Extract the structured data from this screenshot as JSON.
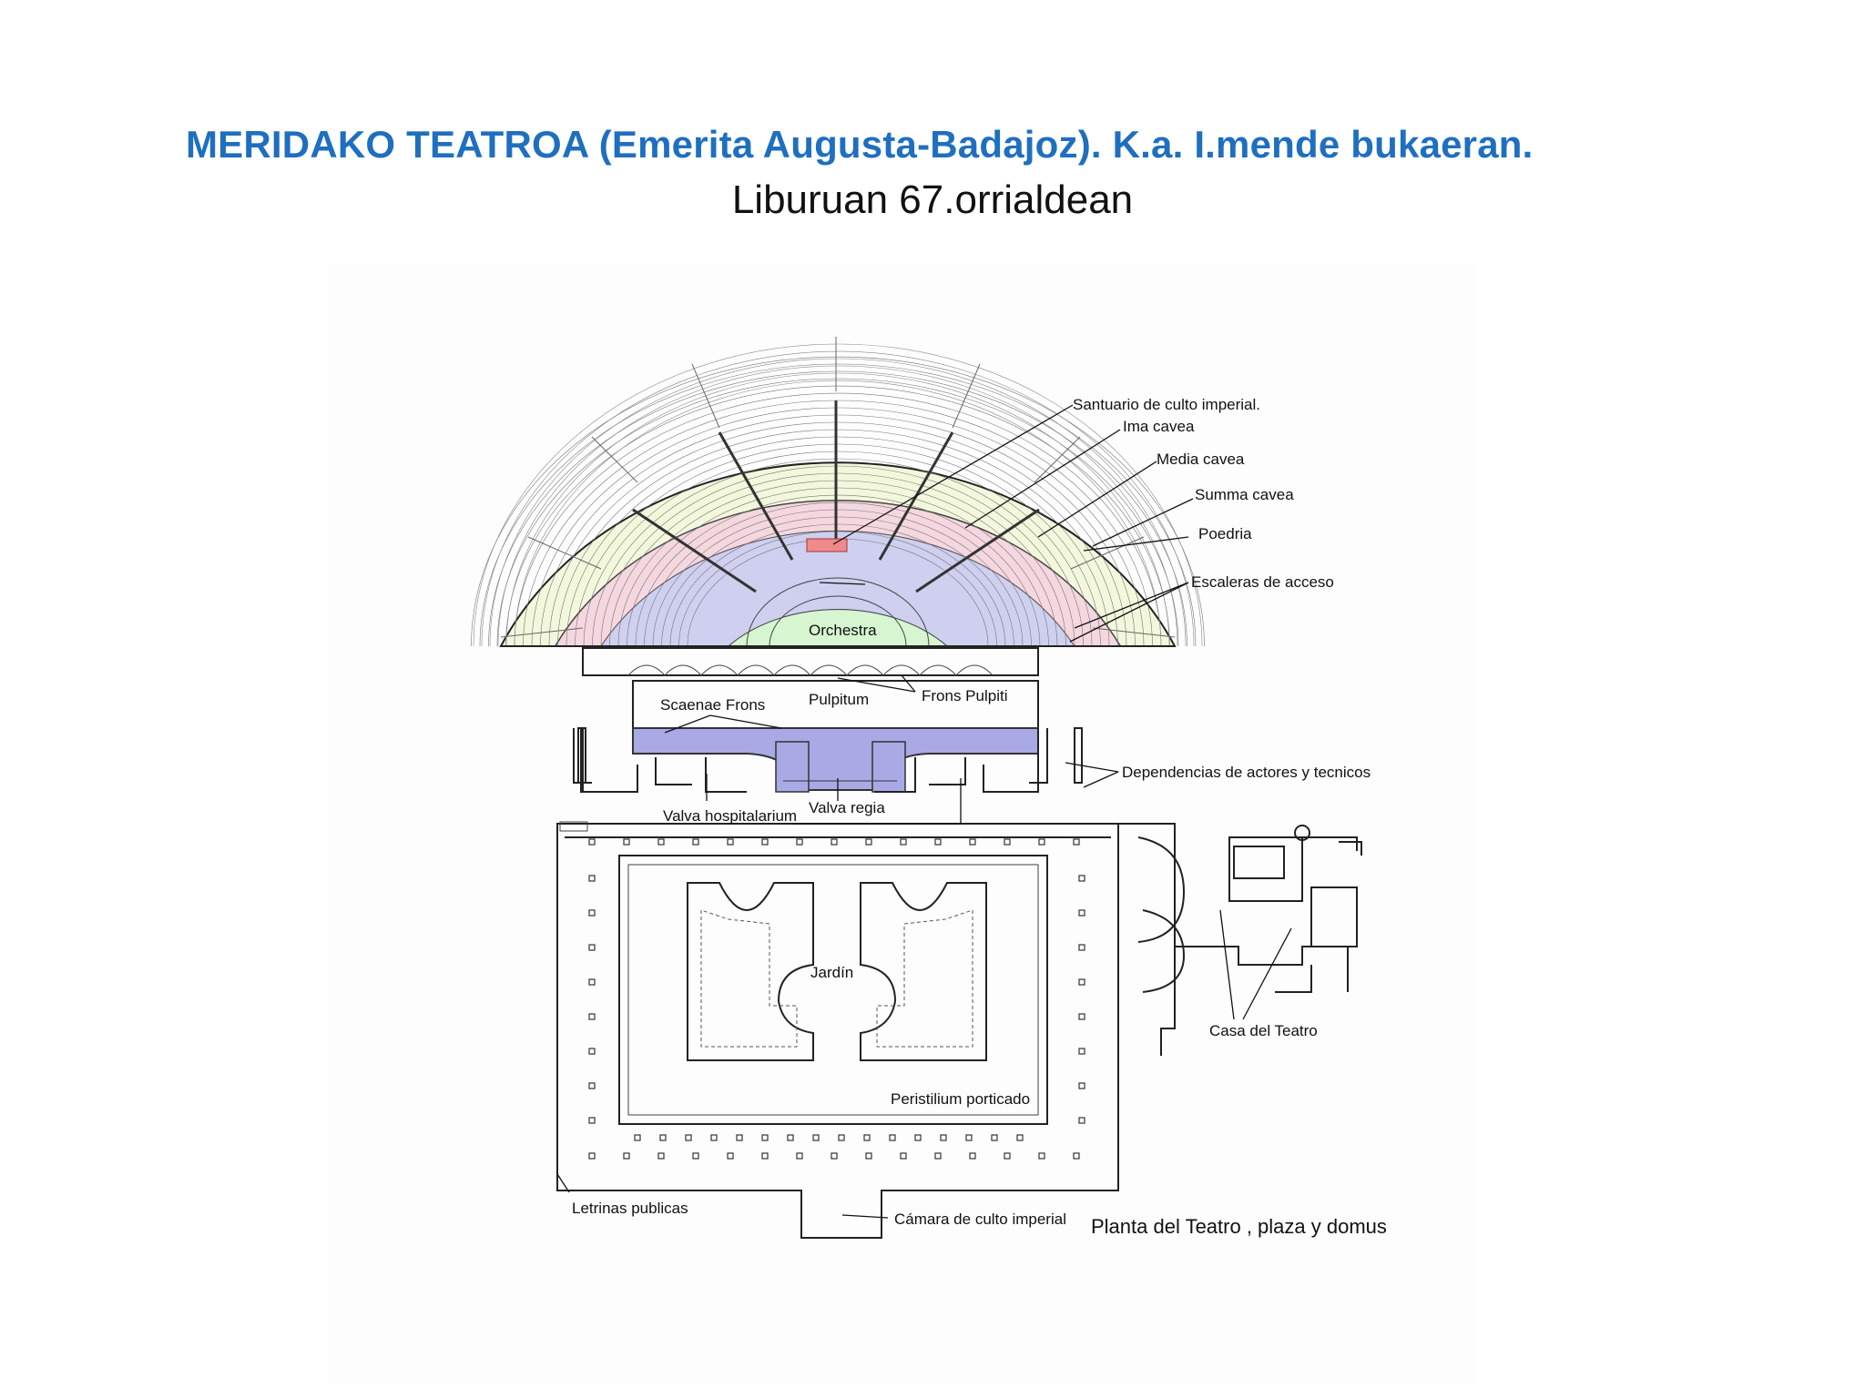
{
  "title": {
    "main": "MERIDAKO TEATROA (Emerita Augusta-Badajoz). K.a. I.mende bukaeran.",
    "sub": "Liburuan 67.orrialdean"
  },
  "colors": {
    "title": "#1f6fc0",
    "summa_cavea": "#f3f7dc",
    "media_cavea": "#f5d7e0",
    "ima_cavea": "#cfcff0",
    "orchestra": "#d6f5d0",
    "sanctuary": "#f08a8a",
    "scaenae": "#a9a9e6"
  },
  "labels": {
    "santuario": "Santuario de culto imperial.",
    "ima_cavea": "Ima cavea",
    "media_cavea": "Media cavea",
    "summa_cavea": "Summa cavea",
    "poedria": "Poedria",
    "escaleras": "Escaleras de acceso",
    "orchestra": "Orchestra",
    "pulpitum": "Pulpitum",
    "frons_pulpiti": "Frons Pulpiti",
    "scaenae_frons": "Scaenae Frons",
    "dependencias": "Dependencias de actores y tecnicos",
    "valva_hospitalarium": "Valva hospitalarium",
    "valva_regia": "Valva regia",
    "jardin": "Jardín",
    "casa": "Casa del Teatro",
    "peristilium": "Peristilium porticado",
    "letrinas": "Letrinas publicas",
    "camara": "Cámara de culto imperial",
    "planta": "Planta del Teatro , plaza y domus"
  }
}
